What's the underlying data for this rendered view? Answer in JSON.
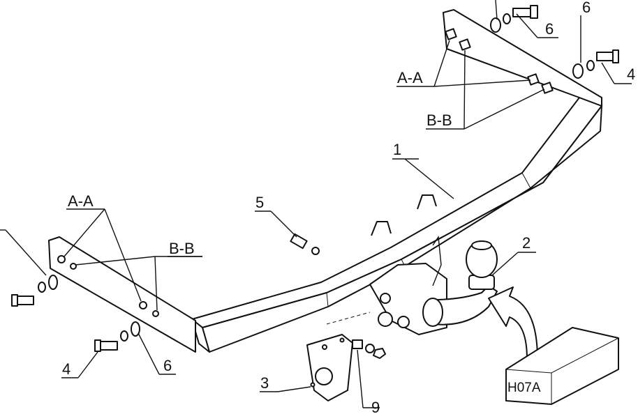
{
  "labels": {
    "part1": "1",
    "part2": "2",
    "part3": "3",
    "part4_left": "4",
    "part4_right": "4",
    "part5": "5",
    "part6_left": "6",
    "part6_right_top": "6",
    "part6_right": "6",
    "part9": "9",
    "section_aa_left": "A-A",
    "section_bb_left": "B-B",
    "section_aa_right": "A-A",
    "section_bb_right": "B-B",
    "model_box": "H07A"
  }
}
